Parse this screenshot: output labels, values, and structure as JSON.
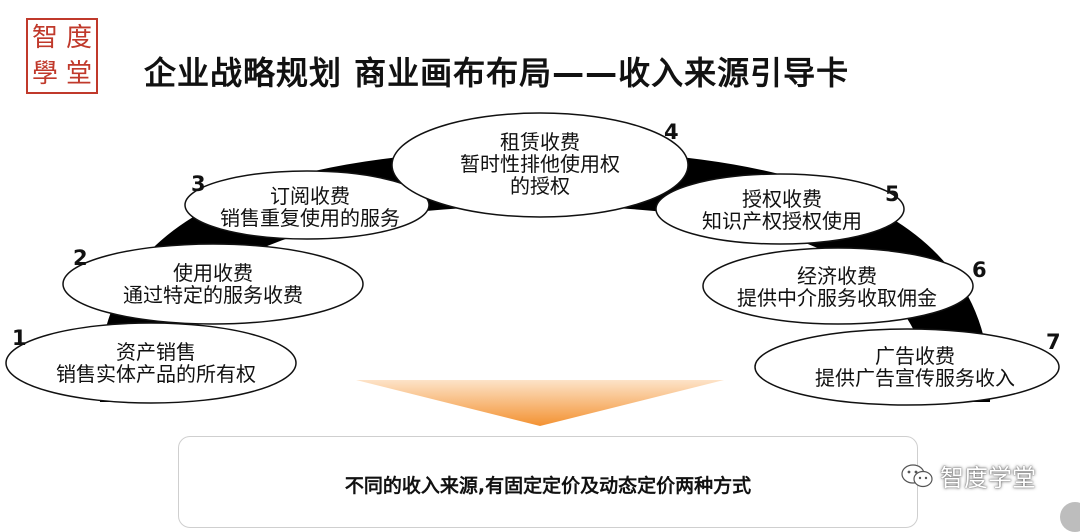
{
  "logo": {
    "chars": [
      "智",
      "度",
      "學",
      "堂"
    ]
  },
  "title": "企业战略规划 商业画布布局——收入来源引导卡",
  "nodes": [
    {
      "num": "1",
      "line1": "资产销售",
      "line2": "销售实体产品的所有权"
    },
    {
      "num": "2",
      "line1": "使用收费",
      "line2": "通过特定的服务收费"
    },
    {
      "num": "3",
      "line1": "订阅收费",
      "line2": "销售重复使用的服务"
    },
    {
      "num": "4",
      "line1": "租赁收费",
      "line2": "暂时性排他使用权",
      "line3": "的授权"
    },
    {
      "num": "5",
      "line1": "授权收费",
      "line2": "知识产权授权使用"
    },
    {
      "num": "6",
      "line1": "经济收费",
      "line2": "提供中介服务收取佣金"
    },
    {
      "num": "7",
      "line1": "广告收费",
      "line2": "提供广告宣传服务收入"
    }
  ],
  "summary": "不同的收入来源,有固定定价及动态定价两种方式",
  "watermark": {
    "text": "智度学堂",
    "icon": "wechat-icon"
  },
  "colors": {
    "logo": "#c0392b",
    "arrow_top": "#fde3c8",
    "arrow_bottom": "#f39232",
    "band": "#000000"
  }
}
